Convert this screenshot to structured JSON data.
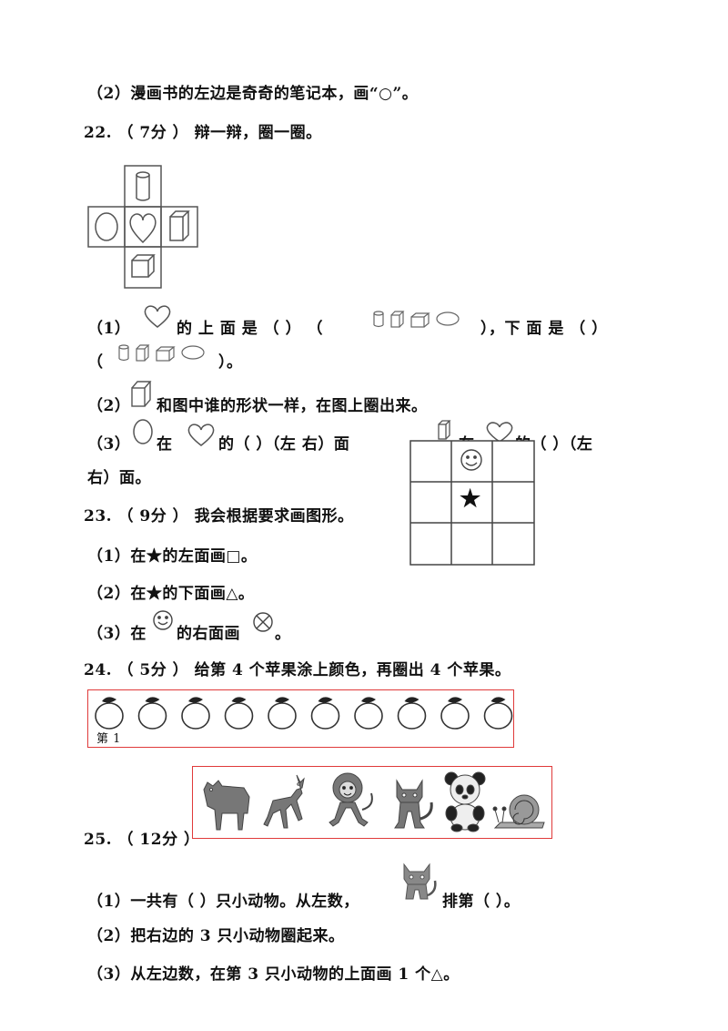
{
  "q21": {
    "item2": "（2）漫画书的左边是奇奇的笔记本，画“○”。"
  },
  "q22": {
    "title": "22. （ 7分 ） 辩一辩，圈一圈。",
    "l1a": "（1）",
    "l1b": "的 上 面 是 （      ） （",
    "l1c": "），下 面 是 （      ）",
    "l1d": "（",
    "l1e": "）。",
    "l2a": "（2）",
    "l2b": "和图中谁的形状一样，在图上圈出来。",
    "l3a": "（3）",
    "l3b": "在",
    "l3c": "的（  ）（左      右）面",
    "l3d": "在",
    "l3e": "的（  ）（左",
    "l3f": "右）面。"
  },
  "q23": {
    "title": "23. （ 9分 ） 我会根据要求画图形。",
    "l1": "（1）在★的左面画□。",
    "l2": "（2）在★的下面画△。",
    "l3a": "（3）在",
    "l3b": "的右面画",
    "l3c": "。",
    "grid_star": "★"
  },
  "q24": {
    "title": "24. （ 5分 ） 给第 4 个苹果涂上颜色，再圈出 4 个苹果。",
    "label": "第 1",
    "apple_count": 10
  },
  "q25": {
    "title": "25. （ 12分 ）",
    "animals": [
      "ox-icon",
      "deer-icon",
      "monkey-icon",
      "cat-icon",
      "panda-icon",
      "snail-icon"
    ],
    "l1a": "（1）一共有（  ）只小动物。从左数，",
    "l1b": "排第（  ）。",
    "l2": "（2）把右边的 3 只小动物圈起来。",
    "l3": "（3）从左边数，在第 3 只小动物的上面画 1 个△。"
  }
}
